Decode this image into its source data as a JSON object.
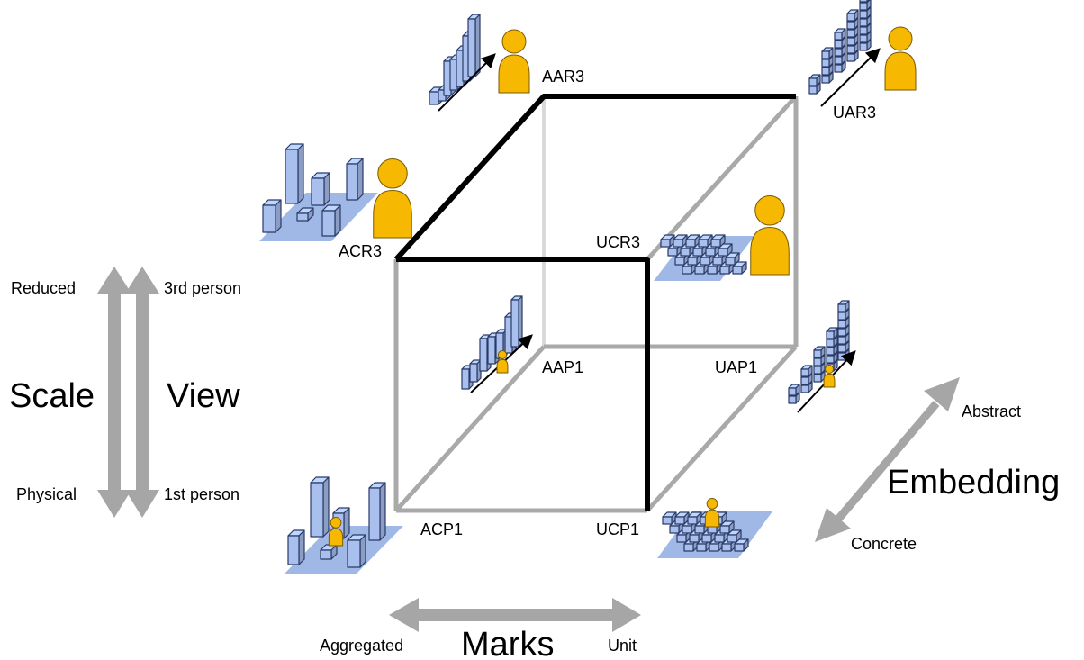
{
  "vertices": {
    "aar3": "AAR3",
    "uar3": "UAR3",
    "acr3": "ACR3",
    "ucr3": "UCR3",
    "aap1": "AAP1",
    "uap1": "UAP1",
    "acp1": "ACP1",
    "ucp1": "UCP1"
  },
  "axes": {
    "scale": {
      "title": "Scale",
      "top": "Reduced",
      "bottom": "Physical"
    },
    "view": {
      "title": "View",
      "top": "3rd person",
      "bottom": "1st person"
    },
    "marks": {
      "title": "Marks",
      "left": "Aggregated",
      "right": "Unit"
    },
    "embedding": {
      "title": "Embedding",
      "top": "Abstract",
      "bottom": "Concrete"
    }
  },
  "colors": {
    "bar_fill": "#a9c0ee",
    "bar_stroke": "#2b3a66",
    "floor": "#9fb8e6",
    "person": "#f6b800",
    "person_stroke": "#7a5a00",
    "cube_black": "#000000",
    "cube_gray": "#a9a9a9",
    "cube_hidden": "#d9d9d9",
    "axis_arrow": "#a6a6a6"
  }
}
